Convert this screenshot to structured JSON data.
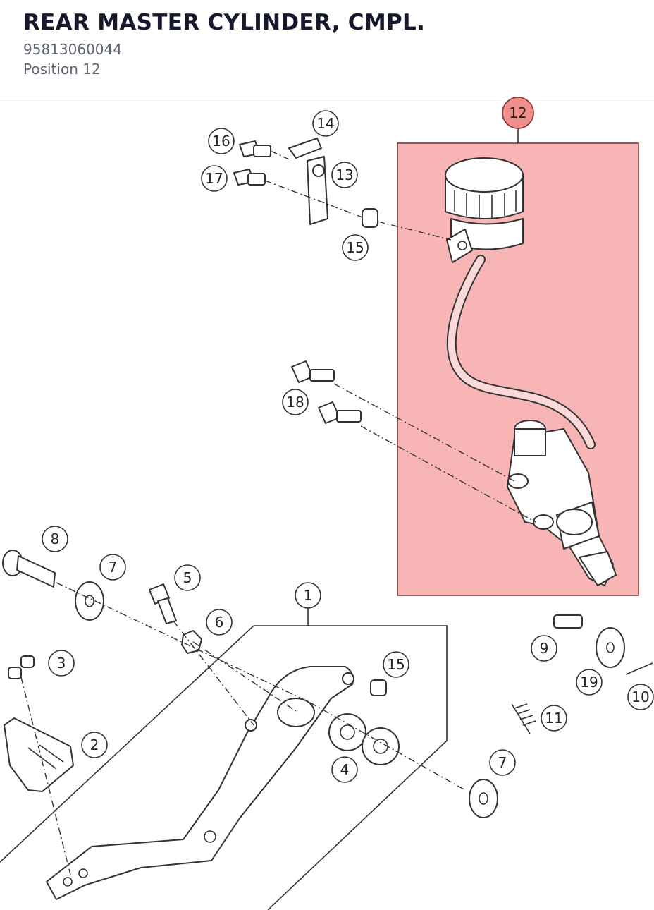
{
  "header": {
    "title": "REAR MASTER CYLINDER, CMPL.",
    "part_number": "95813060044",
    "position_label": "Position 12"
  },
  "diagram": {
    "highlight_color": "#f7a8a8",
    "highlight_callout_color": "#f08d8d",
    "selected_position": "12",
    "callouts": {
      "c1": "1",
      "c2": "2",
      "c3": "3",
      "c4": "4",
      "c5": "5",
      "c6": "6",
      "c7a": "7",
      "c7b": "7",
      "c8": "8",
      "c9": "9",
      "c10": "10",
      "c11": "11",
      "c12": "12",
      "c13": "13",
      "c14": "14",
      "c15a": "15",
      "c15b": "15",
      "c16": "16",
      "c17": "17",
      "c18": "18",
      "c19": "19"
    }
  }
}
